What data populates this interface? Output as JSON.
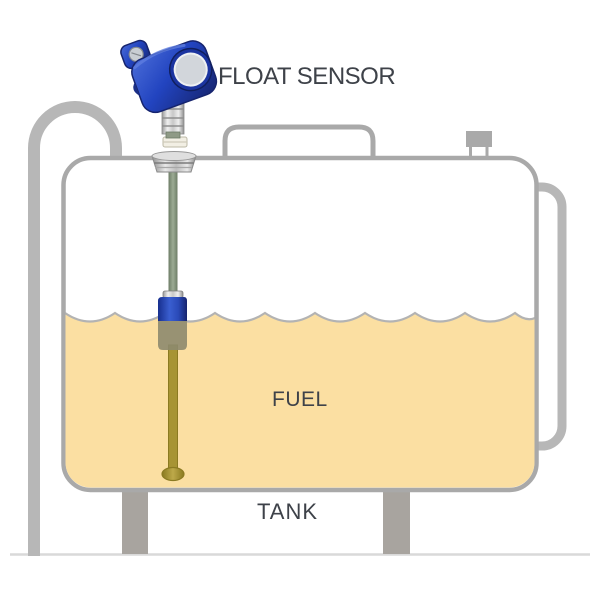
{
  "diagram": {
    "title": "Fuel tank float sensor diagram",
    "labels": {
      "sensor": "FLOAT SENSOR",
      "fuel": "FUEL",
      "tank": "TANK"
    },
    "colors": {
      "background": "#ffffff",
      "tank_stroke": "#a9a9a9",
      "tank_fill": "#ffffff",
      "fuel_fill": "#fbdfa2",
      "fuel_wave_stroke": "#b3b3b3",
      "pipe": "#b7b7b7",
      "leg_fill": "#a8a49f",
      "ground_line": "#d9d9d9",
      "vent_fill": "#a9a9a9",
      "sensor_body_blue": "#2244c0",
      "sensor_body_dark": "#16246e",
      "sensor_face": "#d2d6db",
      "metal_light": "#e9e9e9",
      "metal_dark": "#8f8f8f",
      "stem_upper": "#8a9b83",
      "stem_lower": "#a79434",
      "float_blue": "#2a4ab8",
      "float_submerged": "#8d8a6e",
      "label_text": "#3e4249"
    }
  }
}
